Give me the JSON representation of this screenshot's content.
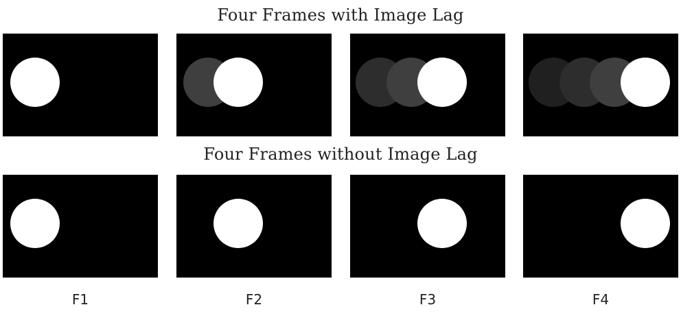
{
  "titles": {
    "with_lag": "Four Frames with Image Lag",
    "without_lag": "Four Frames without Image Lag"
  },
  "frame_labels": [
    "F1",
    "F2",
    "F3",
    "F4"
  ],
  "colors": {
    "frame_background": "#000000",
    "current_disc": "#ffffff",
    "lag_trail_shades": [
      "#202020",
      "#2d2d2d",
      "#3f3f3f"
    ]
  }
}
